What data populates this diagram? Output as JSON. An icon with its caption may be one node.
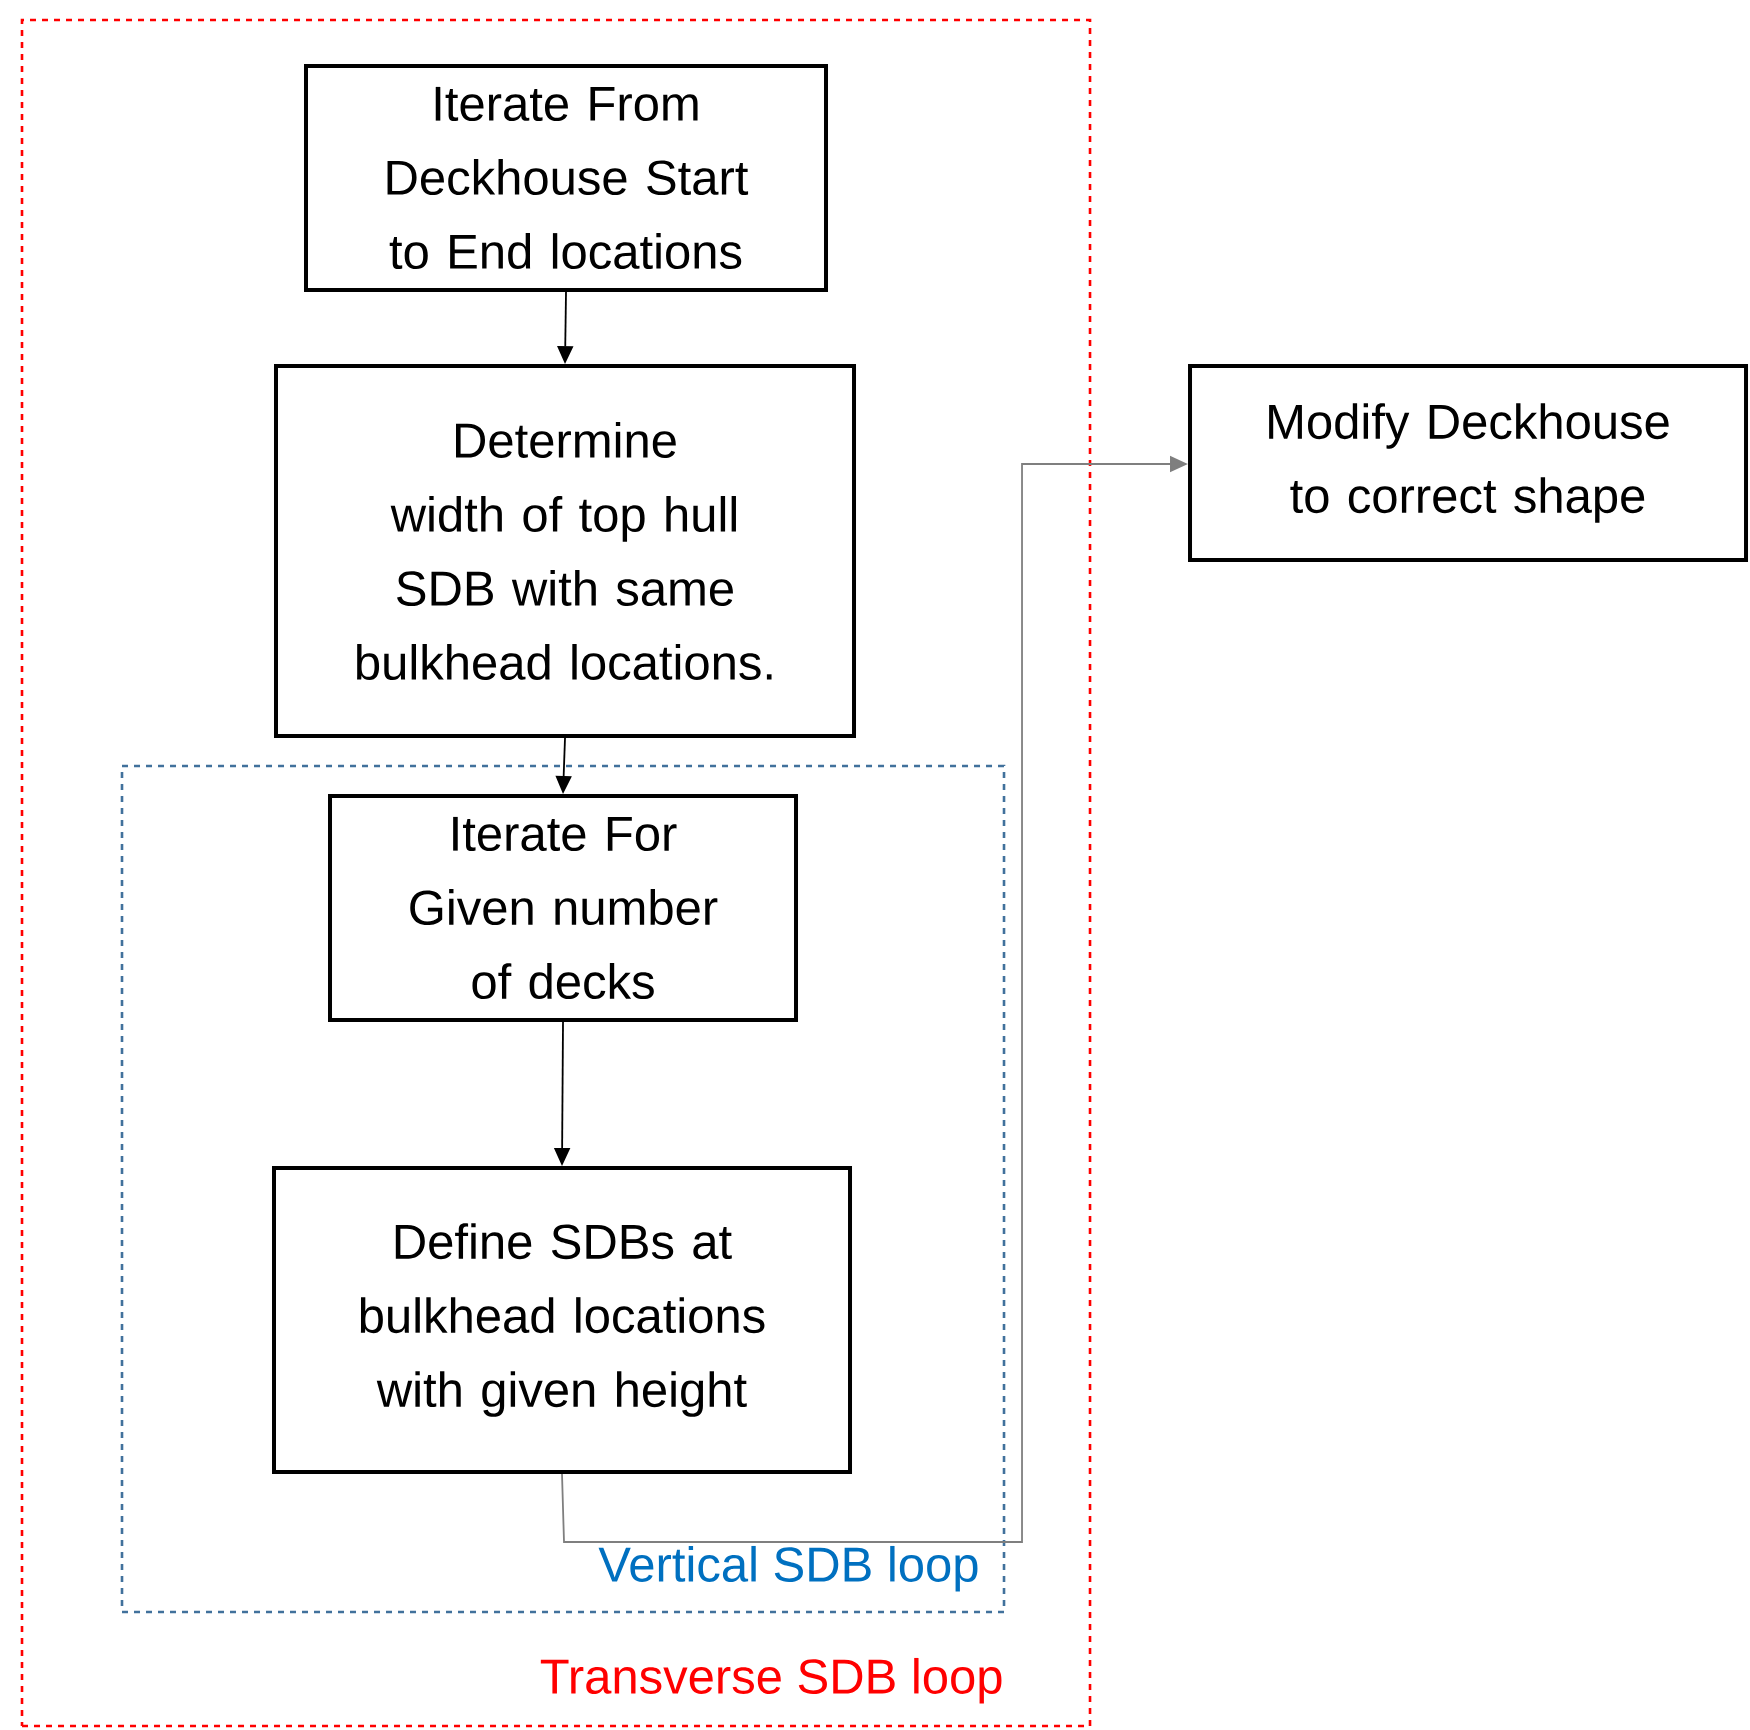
{
  "diagram": {
    "nodes": [
      {
        "text": [
          "Transverse SDB loop"
        ]
      },
      {
        "text": [
          "Iterate From Deckhouse Start to End locations"
        ],
        "in": 0
      },
      {
        "text": [
          "Determine width of top hull SDB with same bulkhead locations."
        ],
        "in": 0
      },
      {
        "text": [
          "Vertical SDB loop"
        ],
        "in": 0
      },
      {
        "text": [
          "Iterate For Given number of decks"
        ],
        "in": 3
      },
      {
        "text": [
          "Define SDBs at bulkhead locations with given height"
        ],
        "in": 3
      },
      {
        "text": [
          "Modify Deckhouse to correct shape"
        ]
      }
    ],
    "edges": [
      {
        "from": 1,
        "to": 2,
        "arrow": "to"
      },
      {
        "from": 2,
        "to": 4,
        "arrow": "to"
      },
      {
        "from": 4,
        "to": 5,
        "arrow": "to"
      },
      {
        "from": 5,
        "to": 6,
        "arrow": "to",
        "color": "#7f7f7f"
      }
    ]
  }
}
